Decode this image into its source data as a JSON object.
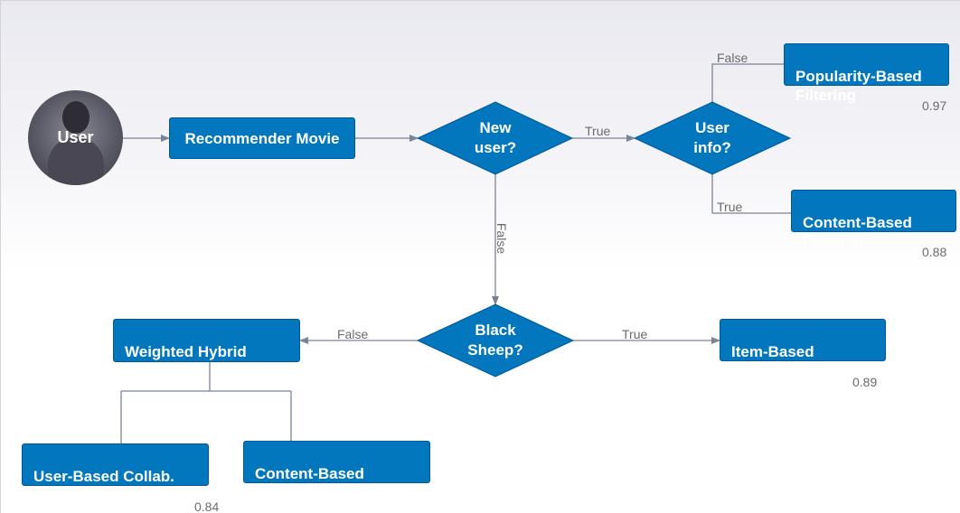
{
  "nodes": {
    "user": "User",
    "recommender_movie": "Recommender Movie",
    "new_user": "New\nuser?",
    "user_info": "User\ninfo?",
    "popularity_based": "Popularity-Based\nFiltering",
    "content_based": "Content-Based\nFiltering",
    "black_sheep": "Black\nSheep?",
    "item_based": "Item-Based\nCollab. Filtering",
    "weighted_hybrid": "Weighted Hybrid\nFiltering",
    "user_based": "User-Based Collab.\nFiltering",
    "content_based_collab": "Content-Based\nCollab. Filtering"
  },
  "edges": {
    "new_user_true": "True",
    "new_user_false": "False",
    "user_info_false": "False",
    "user_info_true": "True",
    "black_sheep_false": "False",
    "black_sheep_true": "True"
  },
  "scores": {
    "popularity_based": "0.97",
    "content_based": "0.88",
    "item_based": "0.89",
    "user_based": "0.84"
  },
  "colors": {
    "node_fill": "#0277bd",
    "node_border": "#01579b",
    "edge": "#7b8494",
    "edge_label": "#6b6b6b"
  }
}
